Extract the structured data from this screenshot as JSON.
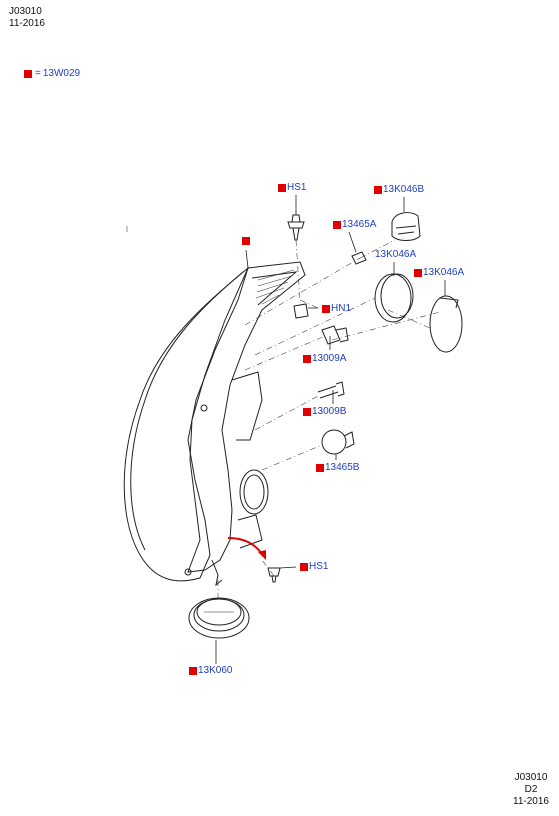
{
  "header": {
    "code": "J03010",
    "date": "11-2016"
  },
  "footer": {
    "code": "J03010",
    "revision": "D2",
    "date": "11-2016"
  },
  "legend": {
    "equals": "=",
    "part": "13W029",
    "marker_color": "#e00000"
  },
  "callouts": {
    "hs1_top": "HS1",
    "k046b": "13K046B",
    "a13465": "13465A",
    "k046a_left": "13K046A",
    "k046a_right": "13K046A",
    "hn1": "HN1",
    "a13009": "13009A",
    "b13009": "13009B",
    "b13465": "13465B",
    "hs1_bottom": "HS1",
    "k060": "13K060"
  },
  "colors": {
    "callout_text": "#1f3fbf",
    "marker": "#e00000",
    "arrow": "#e00000",
    "line": "#222222"
  }
}
